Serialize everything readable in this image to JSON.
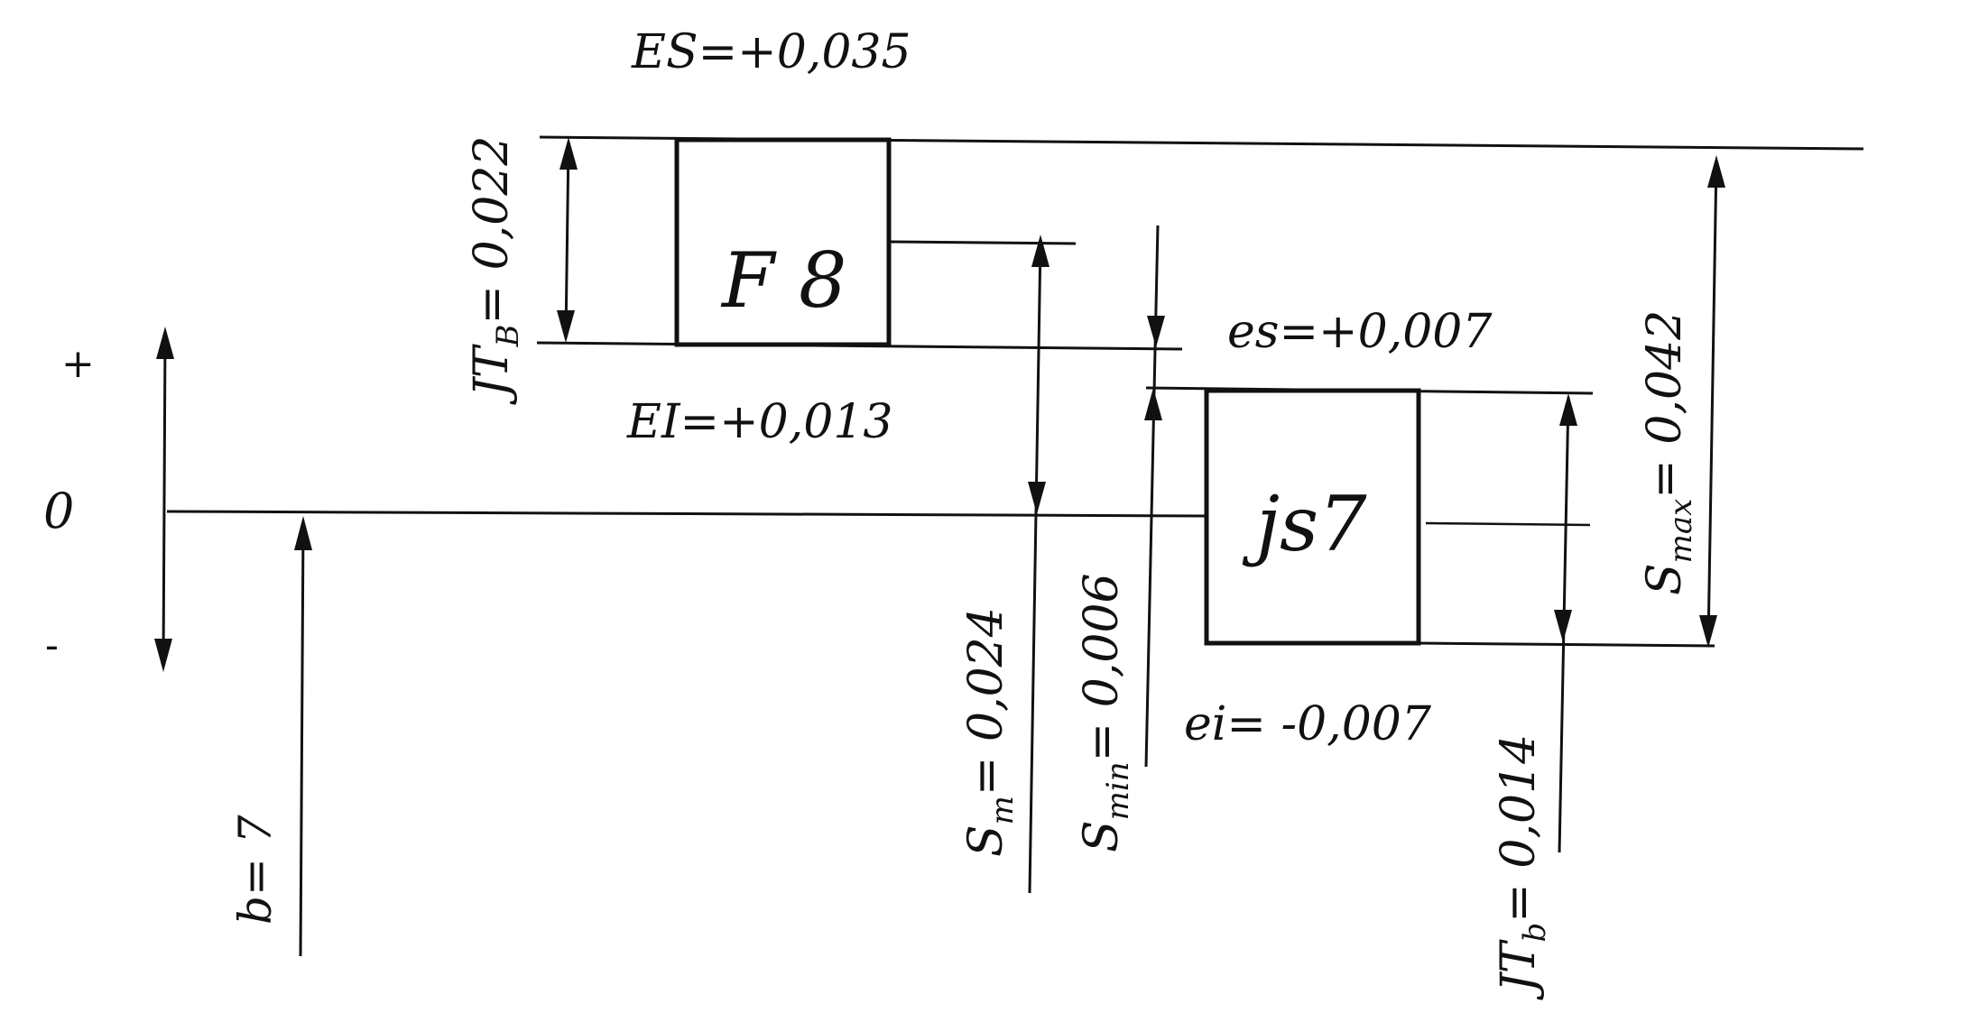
{
  "axis": {
    "plus": "+",
    "zero": "0",
    "minus": "-"
  },
  "hole": {
    "name": "F 8",
    "ES": "ES=+0,035",
    "EI": "EI=+0,013",
    "tolerance": "0,022"
  },
  "shaft": {
    "name": "js7",
    "es": "es=+0,007",
    "ei": "ei= -0,007",
    "tolerance": "0,014"
  },
  "dimensions": {
    "b": "b= 7",
    "S_m": "0,024",
    "S_min": "0,006",
    "S_max": "0,042"
  },
  "symbols": {
    "S": "S",
    "JT": "JT",
    "sub_m": "m",
    "sub_min": "min",
    "sub_max": "max",
    "sub_B": "B",
    "sub_b": "b",
    "eq": "= "
  },
  "colors": {
    "ink": "#111111",
    "paper": "#ffffff"
  }
}
